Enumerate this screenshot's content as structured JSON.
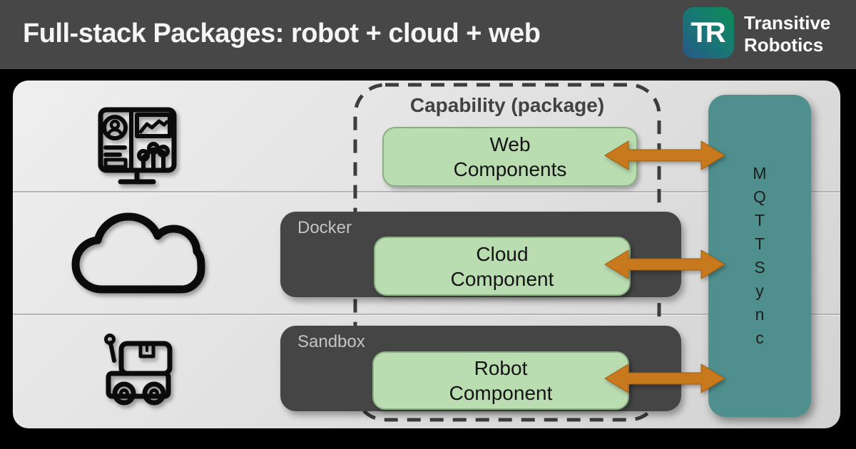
{
  "header": {
    "title": "Full-stack Packages: robot + cloud + web",
    "logo": {
      "monogram": "TR",
      "brand_line1": "Transitive",
      "brand_line2": "Robotics"
    }
  },
  "diagram": {
    "capability_label": "Capability (package)",
    "component_boxes": {
      "web": {
        "line1": "Web",
        "line2": "Components"
      },
      "cloud": {
        "line1": "Cloud",
        "line2": "Component"
      },
      "robot": {
        "line1": "Robot",
        "line2": "Component"
      }
    },
    "containers": {
      "docker_label": "Docker",
      "sandbox_label": "Sandbox"
    },
    "mqtt": {
      "label": "MQTTSync",
      "letters": [
        "M",
        "Q",
        "T",
        "T",
        "S",
        "y",
        "n",
        "c"
      ]
    },
    "icons": [
      "dashboard-icon",
      "cloud-icon",
      "robot-icon"
    ],
    "rows": [
      "web",
      "cloud",
      "robot"
    ]
  },
  "colors": {
    "header_bg": "#474747",
    "page_bg": "#000000",
    "panel_bg": "#e3e3e3",
    "dark_box": "#454545",
    "green_box": "#b9dcb1",
    "teal_box": "#4f908e",
    "arrow_orange": "#c8791d",
    "dashed_border": "#3d3d3d",
    "logo_gradient_start": "#27588a",
    "logo_gradient_end": "#0e8a55"
  }
}
